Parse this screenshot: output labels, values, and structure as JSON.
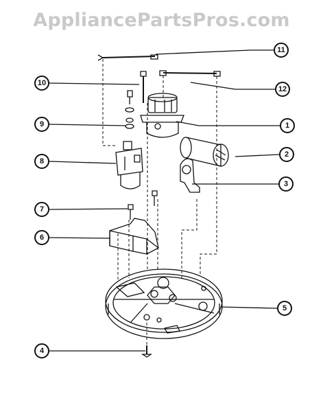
{
  "watermark": "AppliancePartsPros.com",
  "callouts": [
    {
      "id": "c1",
      "label": "1"
    },
    {
      "id": "c2",
      "label": "2"
    },
    {
      "id": "c3",
      "label": "3"
    },
    {
      "id": "c4",
      "label": "4"
    },
    {
      "id": "c5",
      "label": "5"
    },
    {
      "id": "c6",
      "label": "6"
    },
    {
      "id": "c7",
      "label": "7"
    },
    {
      "id": "c8",
      "label": "8"
    },
    {
      "id": "c9",
      "label": "9"
    },
    {
      "id": "c10",
      "label": "10"
    },
    {
      "id": "c11",
      "label": "11"
    },
    {
      "id": "c12",
      "label": "12"
    }
  ]
}
